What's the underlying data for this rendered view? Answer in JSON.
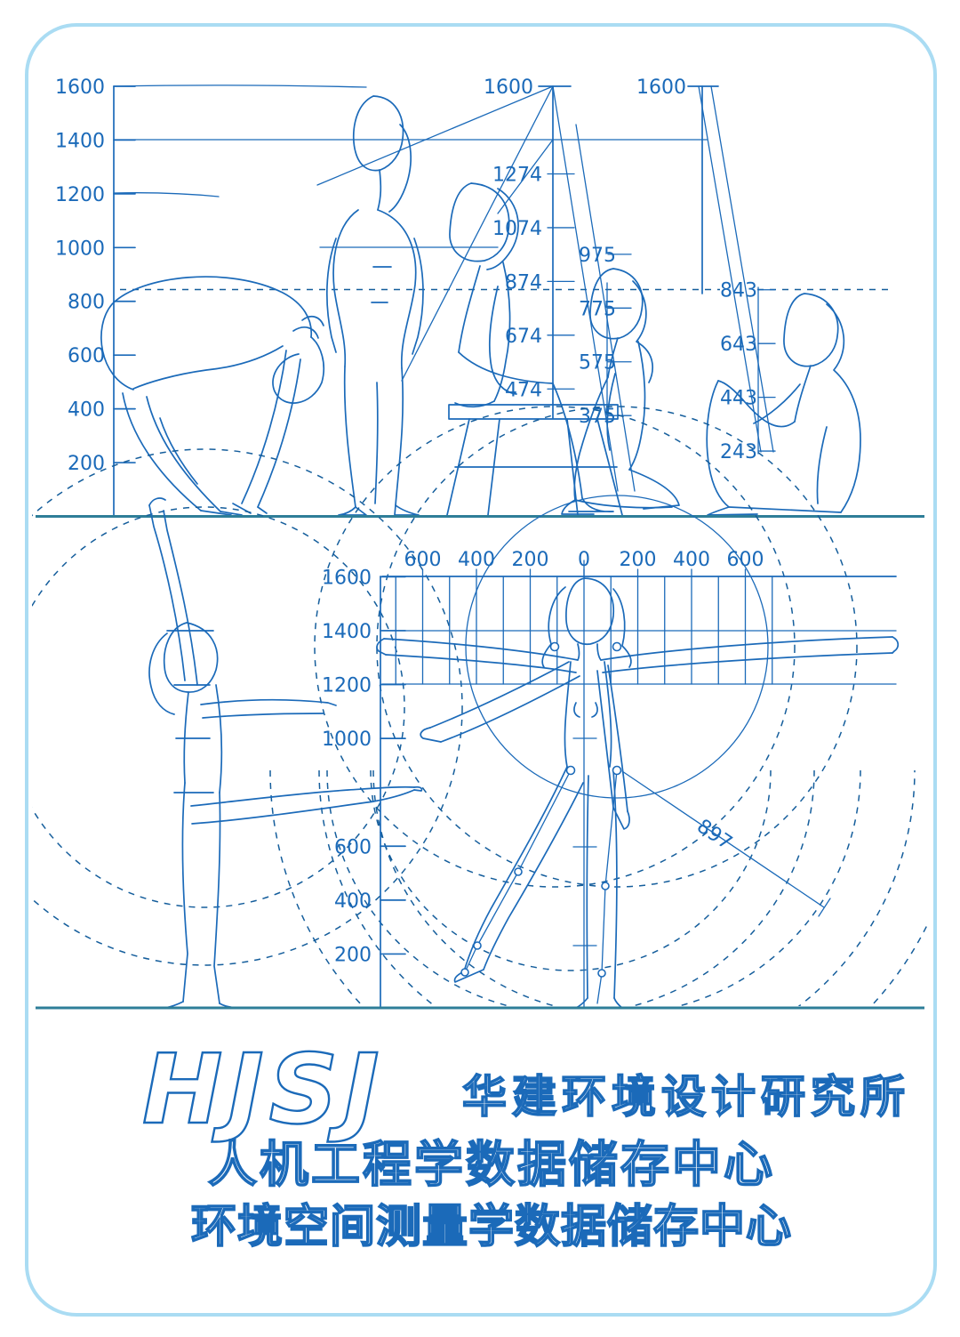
{
  "colors": {
    "line_blue": "#1b6ab9",
    "dash_blue": "#155e9c",
    "ground_teal": "#2e7e98",
    "border_light_blue": "#aadcf3"
  },
  "top_panel": {
    "left_axis_ticks": [
      "1600",
      "1400",
      "1200",
      "1000",
      "800",
      "600",
      "400",
      "200"
    ],
    "ladder1_apex_label": "1600",
    "ladder1_left_values": [
      "1274",
      "1074",
      "874",
      "674",
      "474"
    ],
    "ladder1_right_values": [
      "975",
      "775",
      "575",
      "375"
    ],
    "ladder2_apex_label": "1600",
    "ladder2_values": [
      "843",
      "643",
      "443",
      "243"
    ]
  },
  "bottom_panel": {
    "left_axis_ticks": [
      "1600",
      "1400",
      "1200",
      "1000",
      "600",
      "400",
      "200"
    ],
    "top_axis_ticks": [
      "600",
      "400",
      "200",
      "0",
      "200",
      "400",
      "600"
    ],
    "diagonal_measurement": "897"
  },
  "footer": {
    "logo": "HJSJ",
    "org_name": "华建环境设计研究所",
    "line2": "人机工程学数据储存中心",
    "line3": "环境空间测量学数据储存中心"
  }
}
